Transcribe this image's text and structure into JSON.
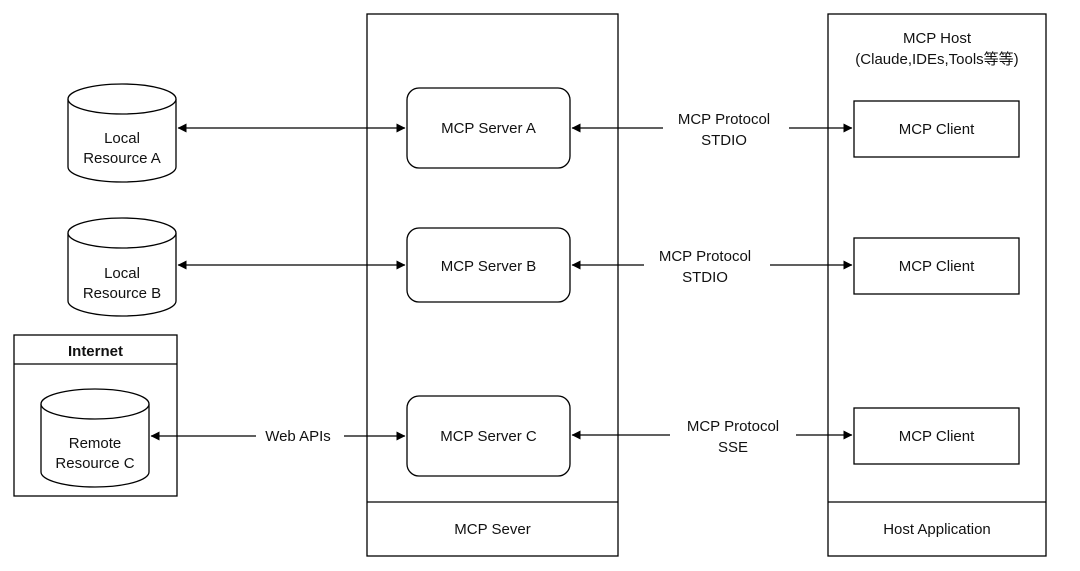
{
  "containers": {
    "mcp_server_lane": {
      "caption": "MCP Sever"
    },
    "host_lane": {
      "title_line1": "MCP Host",
      "title_line2": "(Claude,IDEs,Tools等等)",
      "caption": "Host Application"
    },
    "internet": {
      "title": "Internet"
    }
  },
  "resources": {
    "local_a": {
      "line1": "Local",
      "line2": "Resource A"
    },
    "local_b": {
      "line1": "Local",
      "line2": "Resource B"
    },
    "remote_c": {
      "line1": "Remote",
      "line2": "Resource C"
    }
  },
  "servers": {
    "a": "MCP Server A",
    "b": "MCP Server B",
    "c": "MCP Server C"
  },
  "clients": {
    "a": "MCP Client",
    "b": "MCP Client",
    "c": "MCP Client"
  },
  "connections": {
    "web_apis": "Web APIs",
    "protocol_a": {
      "line1": "MCP Protocol",
      "line2": "STDIO"
    },
    "protocol_b": {
      "line1": "MCP Protocol",
      "line2": "STDIO"
    },
    "protocol_c": {
      "line1": "MCP Protocol",
      "line2": "SSE"
    }
  },
  "colors": {
    "stroke": "#000000",
    "fill": "#ffffff",
    "text": "#111111"
  }
}
